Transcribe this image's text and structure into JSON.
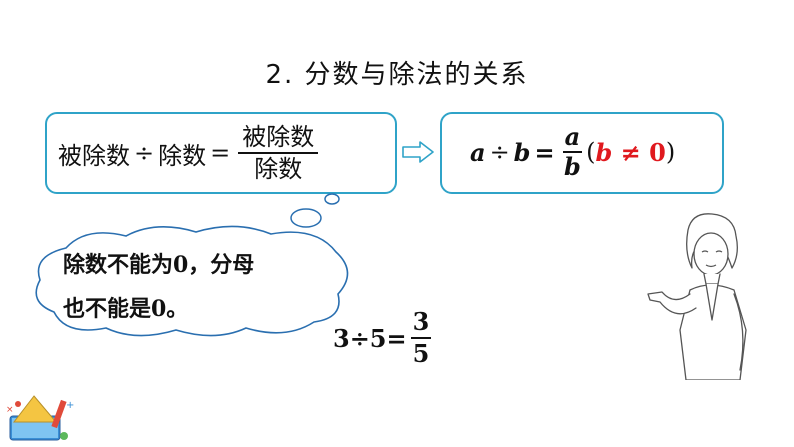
{
  "title": "2. 分数与除法的关系",
  "left_formula": {
    "dividend": "被除数",
    "divide_sign": "÷",
    "divisor": "除数",
    "equals": "=",
    "frac_num": "被除数",
    "frac_den": "除数"
  },
  "right_formula": {
    "a": "a",
    "div": "÷",
    "b": "b",
    "equals": "=",
    "frac_num": "a",
    "frac_den": "b",
    "paren_open": "(",
    "cond_var": "b",
    "cond_op": " ≠ ",
    "cond_val": "0",
    "paren_close": ")"
  },
  "cloud": {
    "line1": "除数不能为0，分母",
    "line2": "也不能是0。"
  },
  "example": {
    "lhs": "3÷5=",
    "frac_num": "3",
    "frac_den": "5"
  },
  "colors": {
    "box_border": "#2fa3c8",
    "condition_red": "#e0191e",
    "cloud_border": "#2a6fb0"
  }
}
